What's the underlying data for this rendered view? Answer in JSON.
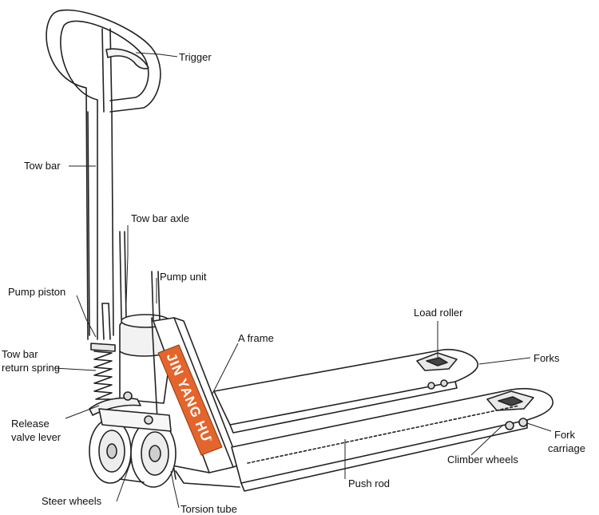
{
  "diagram": {
    "brand_text": "JIN YANG HU",
    "brand_mark": "®",
    "brand_color": "#e4652b",
    "labels": {
      "trigger": "Trigger",
      "tow_bar": "Tow bar",
      "tow_bar_axle": "Tow bar axle",
      "pump_unit": "Pump unit",
      "pump_piston": "Pump piston",
      "a_frame": "A frame",
      "load_roller": "Load roller",
      "forks": "Forks",
      "tow_bar_return_spring_1": "Tow bar",
      "tow_bar_return_spring_2": "return spring",
      "release_valve_lever_1": "Release",
      "release_valve_lever_2": "valve lever",
      "fork_carriage_1": "Fork",
      "fork_carriage_2": "carriage",
      "climber_wheels": "Climber wheels",
      "push_rod": "Push rod",
      "steer_wheels": "Steer wheels",
      "torsion_tube": "Torsion tube"
    }
  }
}
